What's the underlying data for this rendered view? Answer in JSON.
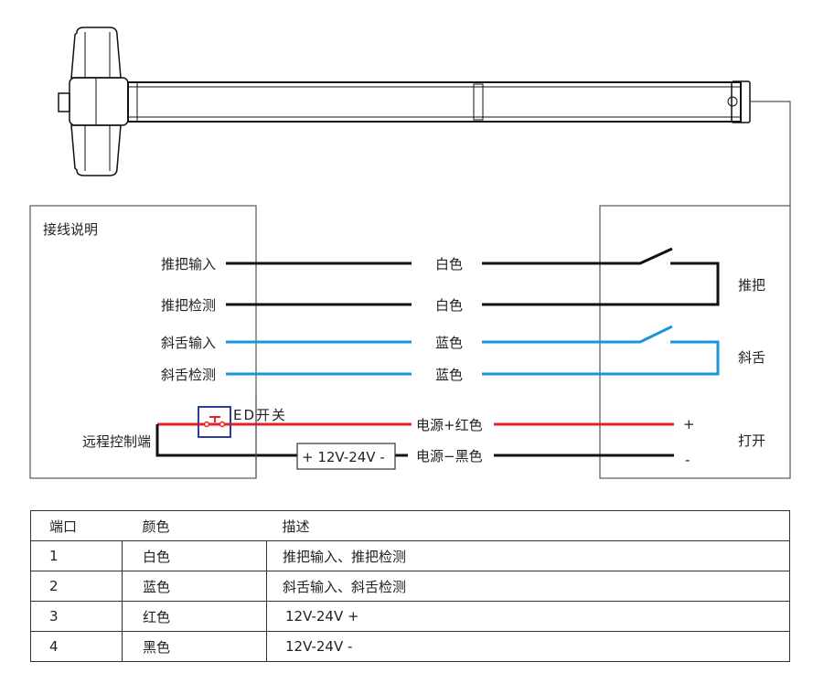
{
  "diagram": {
    "title": "接线说明",
    "left_labels": [
      "推把输入",
      "推把检测",
      "斜舌输入",
      "斜舌检测",
      "远程控制端"
    ],
    "wire_colors_labels": [
      "白色",
      "白色",
      "蓝色",
      "蓝色",
      "电源+红色",
      "电源−黑色"
    ],
    "switch_label": "ED开关",
    "power_label": "+ 12V-24V -",
    "right_labels": [
      "推把",
      "斜舌",
      "打开"
    ],
    "terminal_plus": "+",
    "terminal_minus": "-",
    "colors": {
      "white_wire": "#111111",
      "blue_wire": "#1a96d8",
      "red_wire": "#e8202a",
      "switch_box": "#2e3d9c"
    }
  },
  "table": {
    "headers": [
      "端口",
      "颜色",
      "描述"
    ],
    "rows": [
      [
        "1",
        "白色",
        "推把输入、推把检测"
      ],
      [
        "2",
        "蓝色",
        "斜舌输入、斜舌检测"
      ],
      [
        "3",
        "红色",
        "12V-24V +"
      ],
      [
        "4",
        "黑色",
        "12V-24V -"
      ]
    ]
  }
}
